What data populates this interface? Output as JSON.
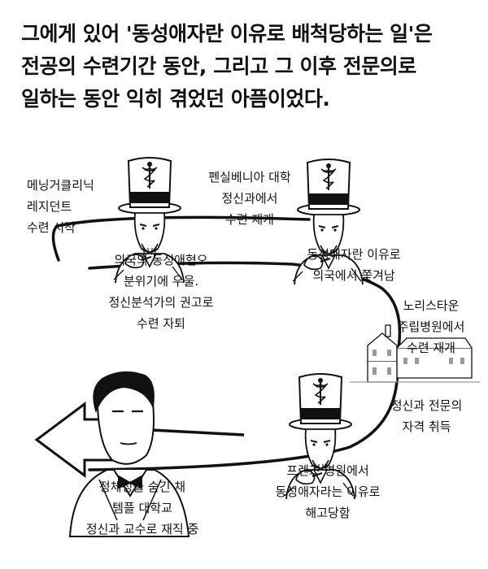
{
  "header": {
    "lines": [
      "그에게 있어 '동성애자란 이유로 배척당하는 일'은",
      "전공의 수련기간 동안, 그리고 그 이후 전문의로",
      "일하는 동안 익히 겪었던 아픔이었다."
    ]
  },
  "captions": {
    "menninger": [
      "메닝거클리닉",
      "레지던트",
      "수련 시작"
    ],
    "navy": [
      "의국의 동성애혐오",
      "분위기에 우울.",
      "정신분석가의 권고로",
      "수련 자퇴"
    ],
    "penn": [
      "펜실베니아 대학",
      "정신과에서",
      "수련 재개"
    ],
    "expelled": [
      "동성애자란 이유로",
      "의국에서 쫓겨남"
    ],
    "norristown": [
      "노리스타운",
      "주립병원에서",
      "수련 재개"
    ],
    "certified": [
      "정신과 전문의",
      "자격 취득"
    ],
    "friends": [
      "프렌즈 병원에서",
      "동성애자라는 이유로",
      "해고당함"
    ],
    "temple": [
      "정체성을 숨긴 채",
      "템플 대학교",
      "정신과 교수로 재직 중"
    ]
  },
  "colors": {
    "ink": "#111111",
    "paper": "#ffffff",
    "shade": "#9a9a9a"
  }
}
